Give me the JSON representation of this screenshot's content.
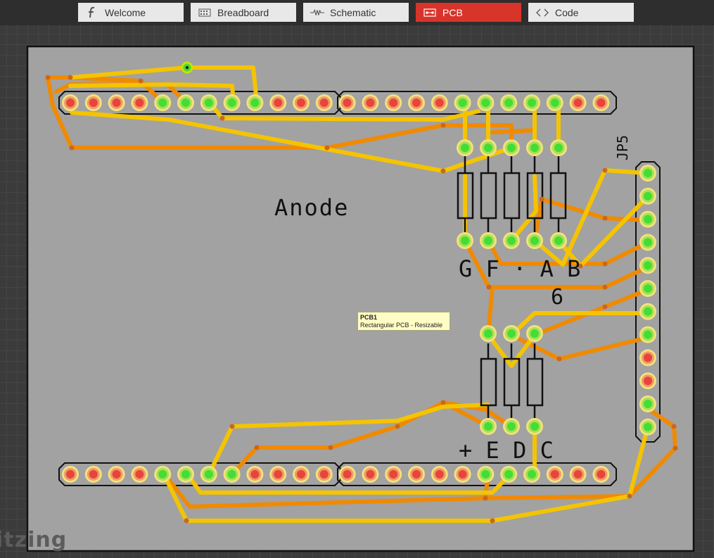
{
  "tabs": [
    {
      "label": "Welcome",
      "icon": "fritzing-f-icon",
      "active": false
    },
    {
      "label": "Breadboard",
      "icon": "breadboard-icon",
      "active": false
    },
    {
      "label": "Schematic",
      "icon": "schematic-wave-icon",
      "active": false
    },
    {
      "label": "PCB",
      "icon": "pcb-icon",
      "active": true
    },
    {
      "label": "Code",
      "icon": "code-brackets-icon",
      "active": false
    }
  ],
  "board": {
    "label_anode": "Anode",
    "label_jp5": "JP5",
    "segment_labels_top": "G F · A B",
    "segment_label_6": "6",
    "segment_labels_bottom": "+ E D C"
  },
  "tooltip": {
    "title": "PCB1",
    "subtitle": "Rectangular PCB - Resizable"
  },
  "watermark": "itzing",
  "colors": {
    "accent": "#d8342a",
    "trace_top": "#f5c400",
    "trace_bottom": "#f08a00",
    "board": "#a2a2a2",
    "pad_active": "#44dd33",
    "pad_idle": "#e8453a"
  }
}
